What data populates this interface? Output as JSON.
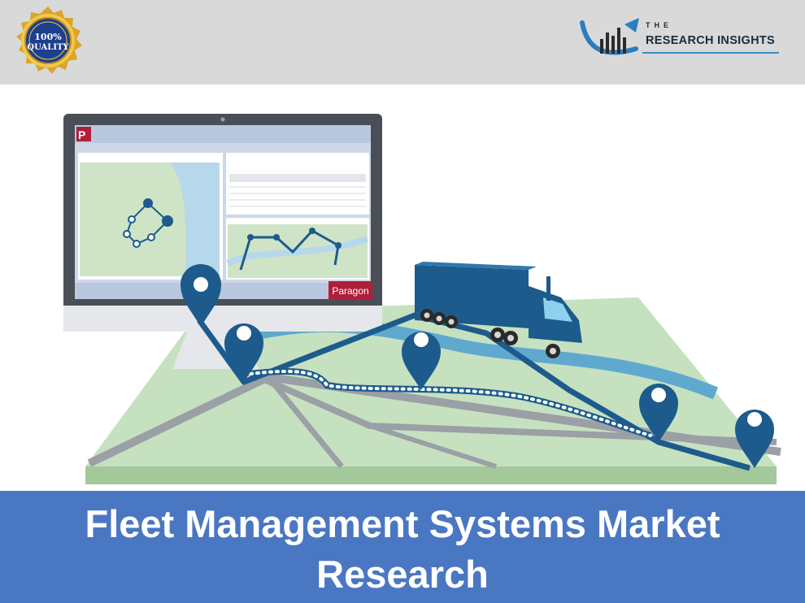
{
  "badge": {
    "line1": "100%",
    "line2": "QUALITY"
  },
  "brand": {
    "small": "THE",
    "name": "RESEARCH INSIGHTS"
  },
  "screen": {
    "app_initial": "P",
    "app_name": "Paragon"
  },
  "title": {
    "line1": "Fleet Management Systems Market",
    "line2": "Research"
  },
  "colors": {
    "header_background": "#d9d9d9",
    "banner_background": "#4a77c2",
    "map_green": "#c6e1bf",
    "route_blue": "#1c5b8c",
    "water_blue": "#5fa9cf",
    "paragon_red": "#b01e3a"
  },
  "icons": [
    "quality-seal-icon",
    "bar-chart-logo-icon",
    "map-pin-icon",
    "truck-icon",
    "monitor-icon"
  ]
}
